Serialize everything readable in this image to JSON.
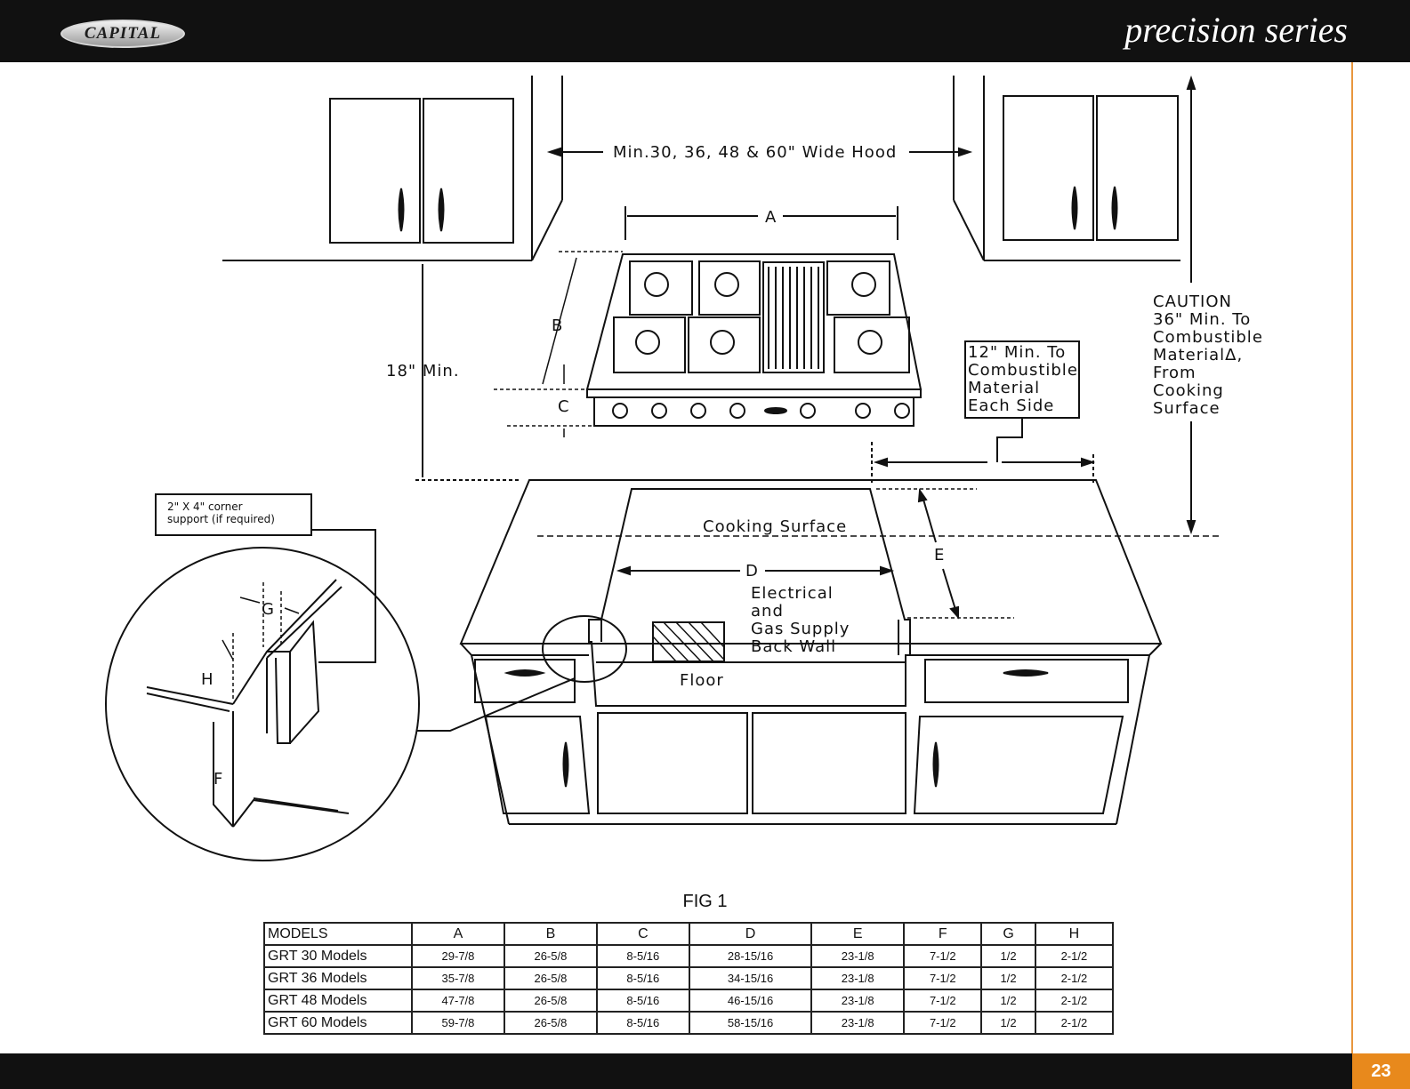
{
  "header": {
    "brand": "CAPITAL",
    "series": "precision series"
  },
  "diagram": {
    "hood_label": "Min.30, 36, 48 & 60\" Wide Hood",
    "dim_a": "A",
    "dim_b": "B",
    "dim_c": "C",
    "dim_d": "D",
    "dim_e": "E",
    "dim_f": "F",
    "dim_g": "G",
    "dim_h": "H",
    "clearance_18": "18\" Min.",
    "side_clearance": [
      "12\" Min. To",
      "Combustible",
      "Material",
      "Each Side"
    ],
    "caution": [
      "CAUTION",
      "36\" Min. To",
      "Combustible",
      "MaterialΔ,",
      "From",
      "Cooking",
      "Surface"
    ],
    "corner_support": [
      "2\" X 4\" corner",
      "support (if required)"
    ],
    "cooking_surface": "Cooking Surface",
    "supply": [
      "Electrical",
      "and",
      "Gas Supply",
      "Back Wall"
    ],
    "floor": "Floor",
    "figure_label": "FIG 1"
  },
  "table": {
    "headers": [
      "MODELS",
      "A",
      "B",
      "C",
      "D",
      "E",
      "F",
      "G",
      "H"
    ],
    "rows": [
      [
        "GRT 30 Models",
        "29-7/8",
        "26-5/8",
        "8-5/16",
        "28-15/16",
        "23-1/8",
        "7-1/2",
        "1/2",
        "2-1/2"
      ],
      [
        "GRT 36 Models",
        "35-7/8",
        "26-5/8",
        "8-5/16",
        "34-15/16",
        "23-1/8",
        "7-1/2",
        "1/2",
        "2-1/2"
      ],
      [
        "GRT 48 Models",
        "47-7/8",
        "26-5/8",
        "8-5/16",
        "46-15/16",
        "23-1/8",
        "7-1/2",
        "1/2",
        "2-1/2"
      ],
      [
        "GRT 60 Models",
        "59-7/8",
        "26-5/8",
        "8-5/16",
        "58-15/16",
        "23-1/8",
        "7-1/2",
        "1/2",
        "2-1/2"
      ]
    ]
  },
  "footer": {
    "page_number": "23"
  },
  "colors": {
    "header_bg": "#111111",
    "accent": "#e8891c"
  }
}
